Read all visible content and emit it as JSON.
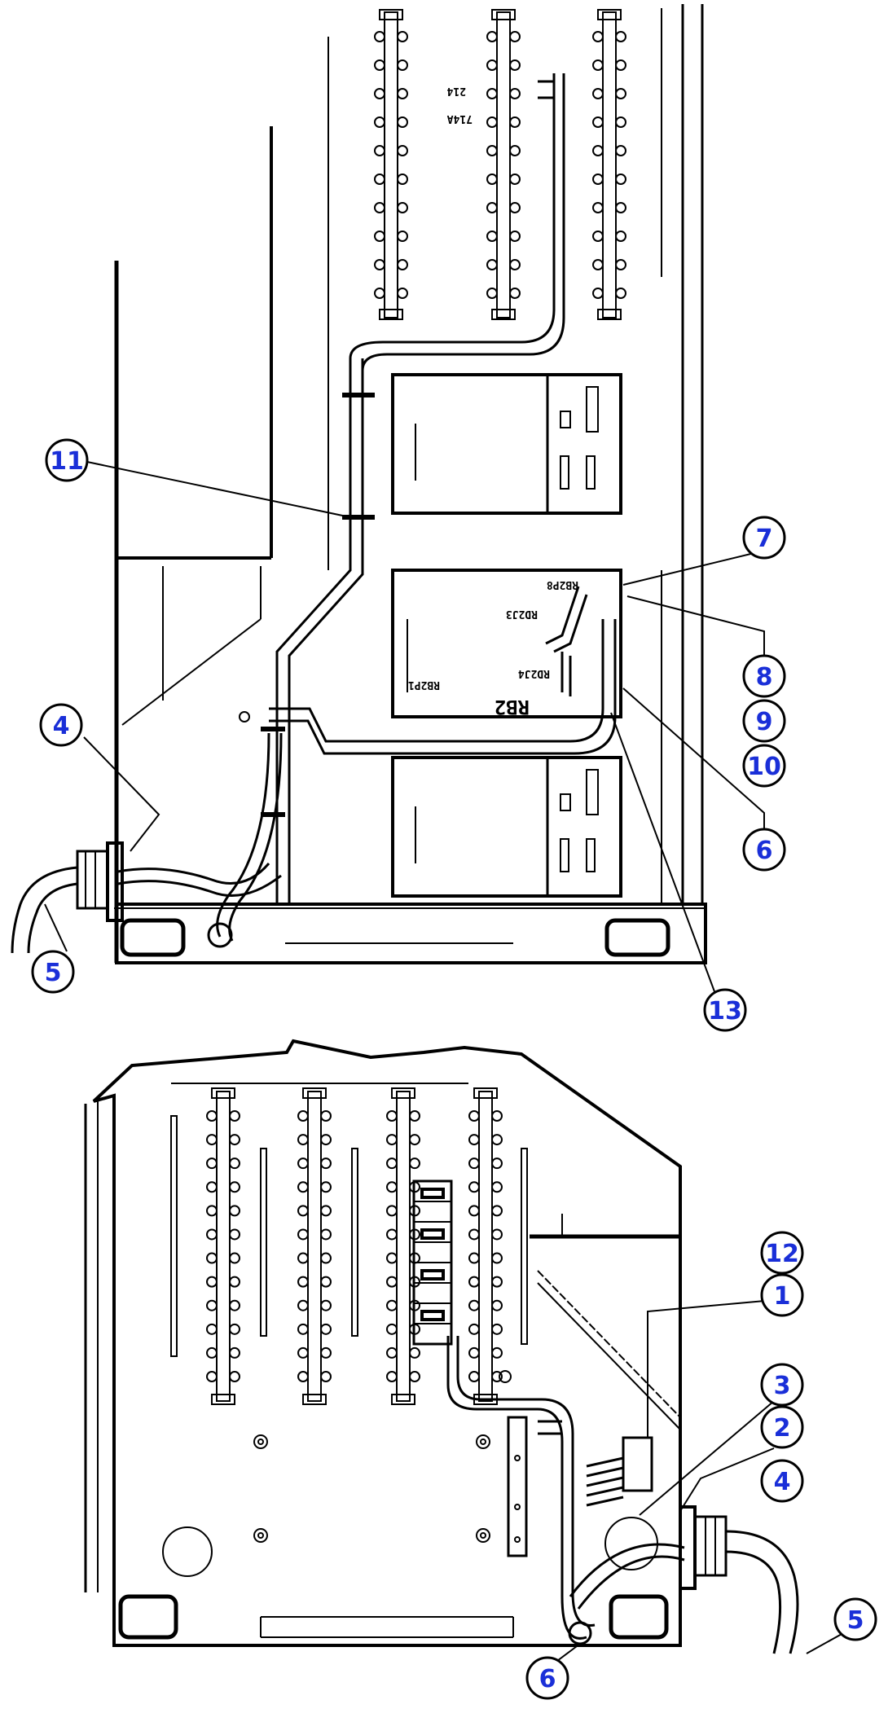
{
  "colors": {
    "callout_number": "#1a2fd8",
    "line": "#000000",
    "background": "#ffffff"
  },
  "component_labels": {
    "wire_214": "214",
    "wire_714a": "714A",
    "relay_rb2p8": "RB2P8",
    "relay_rb2p1": "RB2P1",
    "connector_top": "RD2J3",
    "connector_bottom": "RD2J4",
    "relay_board": "RB2"
  },
  "upper_view_callouts": [
    "11",
    "4",
    "5",
    "7",
    "8",
    "9",
    "10",
    "6",
    "13"
  ],
  "lower_view_callouts": [
    "12",
    "1",
    "3",
    "2",
    "4",
    "5",
    "6"
  ]
}
